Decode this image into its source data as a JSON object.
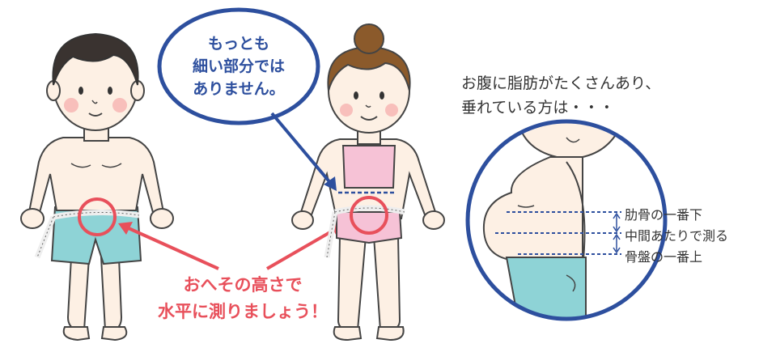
{
  "bubble": {
    "line1": "もっとも",
    "line2": "細い部分では",
    "line3": "ありません。"
  },
  "instruction": {
    "line1": "おへその高さで",
    "line2": "水平に測りましょう！"
  },
  "belly_note": {
    "line1": "お腹に脂肪がたくさんあり、",
    "line2": "垂れている方は・・・"
  },
  "measure_labels": {
    "rib": "肋骨の一番下",
    "middle": "中間あたりで測る",
    "pelvis": "骨盤の一番上"
  },
  "colors": {
    "blue": "#2d4f9e",
    "red": "#e8505b",
    "skin": "#fdf0e4",
    "shorts": "#8ed3d6",
    "top": "#f6c2d6"
  }
}
